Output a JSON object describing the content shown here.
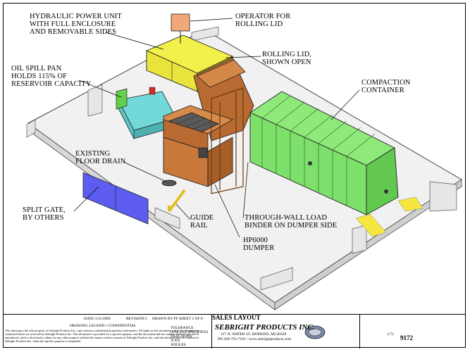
{
  "callouts": {
    "hpu": [
      "HYDRAULIC POWER UNIT",
      "WITH FULL ENCLOSURE",
      "AND REMOVABLE SIDES"
    ],
    "operator": [
      "OPERATOR FOR",
      "ROLLING LID"
    ],
    "rolling_lid": [
      "ROLLING LID,",
      "SHOWN OPEN"
    ],
    "oil_pan": [
      "OIL SPILL PAN",
      "HOLDS 115% OF",
      "RESERVOIR CAPACITY"
    ],
    "compaction": [
      "COMPACTION",
      "CONTAINER"
    ],
    "floor_drain": [
      "EXISTING",
      "FLOOR DRAIN"
    ],
    "split_gate": [
      "SPLIT GATE,",
      "BY OTHERS"
    ],
    "guide_rail": [
      "GUIDE",
      "RAIL"
    ],
    "binder": [
      "THROUGH-WALL LOAD",
      "BINDER ON DUMPER SIDE"
    ],
    "dumper": [
      "HP6000",
      "DUMPER"
    ]
  },
  "title_block": {
    "date": "DATE 3/31/2009",
    "revision": "REVISION C",
    "drawn_by": "DRAWN BY PF",
    "sheet": "SHEET 2 OF 8",
    "drawing_legend": "DRAWING LEGEND • CONFIDENTIAL",
    "tolerance": "TOLERANCE",
    "tolerance_sub": "(UNLESS SPECIFIED)",
    "fractions": "FRACTIONS",
    "decimals": "X.XX",
    "angles": "ANGLES",
    "sheet_title": "SALES LAYOUT",
    "company": "SEBRIGHT PRODUCTS INC.",
    "address": "127 N. WATER ST. HOPKINS, MI 49328",
    "phone": "PH 269-793-7183 / www.sebrightproducts.com",
    "scale": "1:72",
    "drawing_number": "9172",
    "legal_text": "This drawing is the sole property of Sebright Products Inc., and contains confidential proprietary information. All rights in this document and in the information contained herein are reserved by Sebright Products Inc. This document is provided for a specific purpose, and the document and the contents thereof may not be reproduced, used or disclosed to others for any other purpose without the express written consent of Sebright Products Inc. and this drawing must be returned to Sebright Products Inc. when the specific purpose is completed."
  },
  "colors": {
    "hpu_yellow": "#f2f04a",
    "dumper_brown": "#c8783a",
    "container_green": "#7de06a",
    "oil_pan_cyan": "#72d8d8",
    "gate_blue": "#5c5cf0",
    "rail_yellow": "#f5e640",
    "operator_orange": "#f0a878"
  }
}
